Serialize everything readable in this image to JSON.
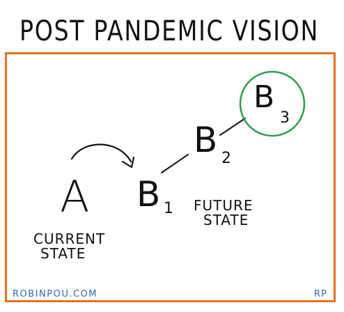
{
  "title": "Post Pandemic Vision",
  "nodes": {
    "a": "A",
    "b1": {
      "letter": "B",
      "sub": "1"
    },
    "b2": {
      "letter": "B",
      "sub": "2"
    },
    "b3": {
      "letter": "B",
      "sub": "3"
    }
  },
  "labels": {
    "current_line1": "Current",
    "current_line2": "State",
    "future_line1": "Future",
    "future_line2": "State"
  },
  "footer": {
    "website": "robinpou.com",
    "initials": "RP"
  },
  "colors": {
    "frame": "#e8701e",
    "highlight_circle": "#2e9a4e",
    "footer_text": "#2f66b3",
    "ink": "#111111"
  }
}
